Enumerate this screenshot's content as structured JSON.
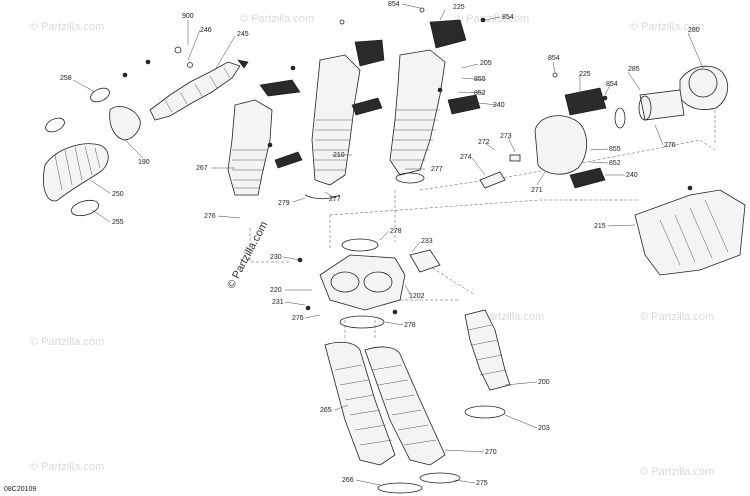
{
  "watermark": "© Partzilla.com",
  "diagram_code": "08C20109",
  "callouts": {
    "c900": "900",
    "c246": "246",
    "c245": "245",
    "c258": "258",
    "c190": "190",
    "c250": "250",
    "c255": "255",
    "c267": "267",
    "c276a": "276",
    "c279": "279",
    "c277a": "277",
    "c210": "210",
    "c277b": "277",
    "c854a": "854",
    "c225a": "225",
    "c854b": "854",
    "c205": "205",
    "c855a": "855",
    "c852a": "852",
    "c240a": "240",
    "c854c": "854",
    "c225b": "225",
    "c285": "285",
    "c280": "280",
    "c854d": "854",
    "c272": "272",
    "c273": "273",
    "c274": "274",
    "c271": "271",
    "c855b": "855",
    "c852b": "852",
    "c240b": "240",
    "c276b": "276",
    "c215": "215",
    "c278a": "278",
    "c233": "233",
    "c230": "230",
    "c220": "220",
    "c1202": "1202",
    "c231": "231",
    "c276c": "276",
    "c278b": "278",
    "c200": "200",
    "c265": "265",
    "c203": "203",
    "c270": "270",
    "c266": "266",
    "c275": "275"
  }
}
